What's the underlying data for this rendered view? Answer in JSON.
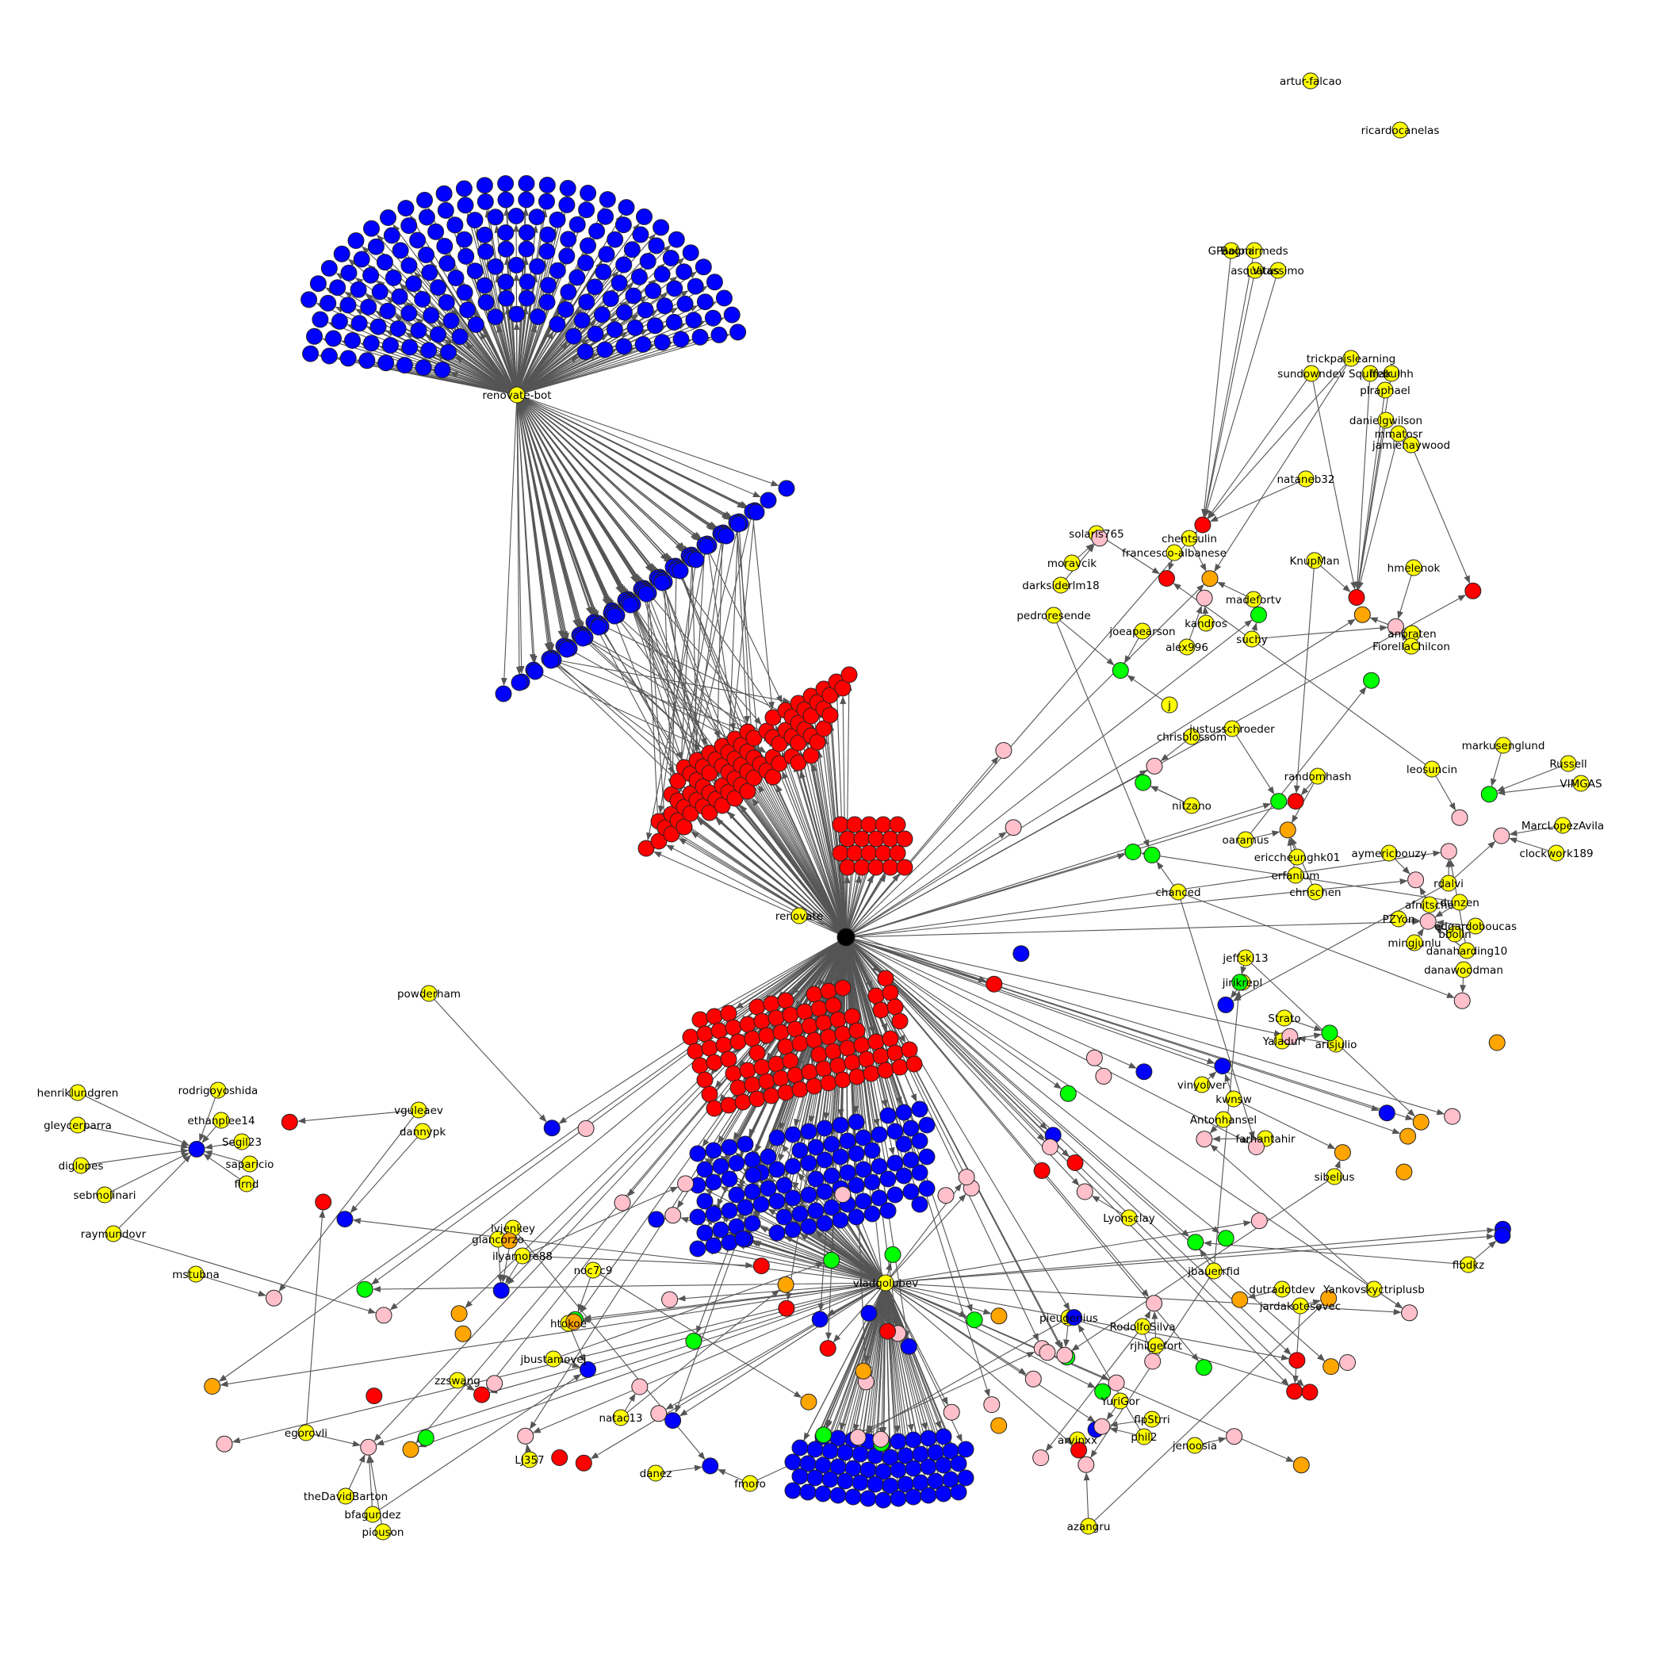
{
  "colors": {
    "user": "#ffff00",
    "blue": "#0000ff",
    "red": "#ff0000",
    "green": "#00ff00",
    "pink": "#ffc0cb",
    "orange": "#ffa500",
    "hub": "#000000",
    "edge": "#555555"
  },
  "labeled_nodes": [
    "artur-falcao",
    "ricardocanelas",
    "GPaoloni",
    "Bagnarmeds",
    "asquatus",
    "Vitassimo",
    "trickpaislearning",
    "sundowndev",
    "Squinak",
    "ffebulhh",
    "plraphael",
    "danielgwilson",
    "mmatosr",
    "jamiehaywood",
    "nataneb32",
    "chentsulin",
    "solaris765",
    "francesco-albanese",
    "moravcik",
    "darksiderlm18",
    "KnupMan",
    "hmelenok",
    "madefortv",
    "pedroresende",
    "kandros",
    "joeapearson",
    "suchy",
    "anbraten",
    "FiorellaChilcon",
    "alex996",
    "j",
    "justusschroeder",
    "chrisblossom",
    "markusenglund",
    "randomhash",
    "Russell",
    "VIMGAS",
    "leosuncin",
    "nitzano",
    "MarcLopezAvila",
    "aymericbouzy",
    "clockwork189",
    "oaramus",
    "ericcheunghk01",
    "erfanium",
    "rdalvi",
    "chrischen",
    "afnitsche",
    "dunzen",
    "chanced",
    "edgardoboucas",
    "PZYon",
    "bbolin",
    "danaharding10",
    "mingjunlu",
    "danawoodman",
    "jeffski13",
    "jirikrepl",
    "Strato",
    "Yaladuf",
    "arisjulio",
    "renovate-bot",
    "renovate",
    "powderham",
    "henriklundgren",
    "rodrigoyoshida",
    "gleycerparra",
    "ethanplee14",
    "diglopes",
    "Segil23",
    "saparicio",
    "sebmolinari",
    "flrnd",
    "raymundovr",
    "mstubna",
    "vguleaev",
    "dannypk",
    "vinyolver",
    "kwnsw",
    "Antonhansel",
    "farhantahir",
    "sibelius",
    "lvjenkey",
    "giancorzo",
    "ilyamore88",
    "noc7c9",
    "Lyonsclay",
    "jbauerrfid",
    "dutradotdev",
    "jardakotesovec",
    "Yankovskyctriplusb",
    "flbdkz",
    "vladgolubev",
    "RodolfoSilva",
    "pieugenius",
    "htokoe",
    "jbustamovej",
    "rjhilgefort",
    "zzswang",
    "natac13",
    "YuriGor",
    "flpStrri",
    "phil2",
    "jenoosia",
    "arvinxx",
    "egorovli",
    "LJ357",
    "danez",
    "fmoro",
    "theDavidBarton",
    "bfagundez",
    "piouson",
    "azangru"
  ]
}
